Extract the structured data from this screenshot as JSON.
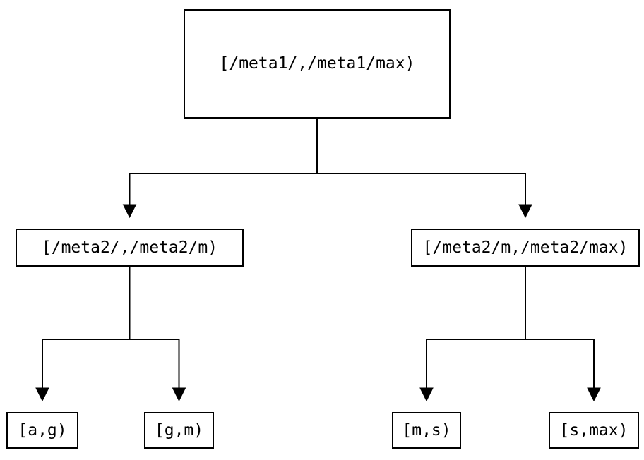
{
  "diagram": {
    "type": "binary-interval-tree",
    "background_color": "#ffffff",
    "line_color": "#000000",
    "text_color": "#000000",
    "nodes": {
      "root": {
        "label": "[/meta1/,/meta1/max)"
      },
      "left_child": {
        "label": "[/meta2/,/meta2/m)"
      },
      "right_child": {
        "label": "[/meta2/m,/meta2/max)"
      },
      "leaf_ag": {
        "label": "[a,g)"
      },
      "leaf_gm": {
        "label": "[g,m)"
      },
      "leaf_ms": {
        "label": "[m,s)"
      },
      "leaf_smax": {
        "label": "[s,max)"
      }
    },
    "edges": [
      {
        "from": "root",
        "to": "left_child"
      },
      {
        "from": "root",
        "to": "right_child"
      },
      {
        "from": "left_child",
        "to": "leaf_ag"
      },
      {
        "from": "left_child",
        "to": "leaf_gm"
      },
      {
        "from": "right_child",
        "to": "leaf_ms"
      },
      {
        "from": "right_child",
        "to": "leaf_smax"
      }
    ]
  }
}
